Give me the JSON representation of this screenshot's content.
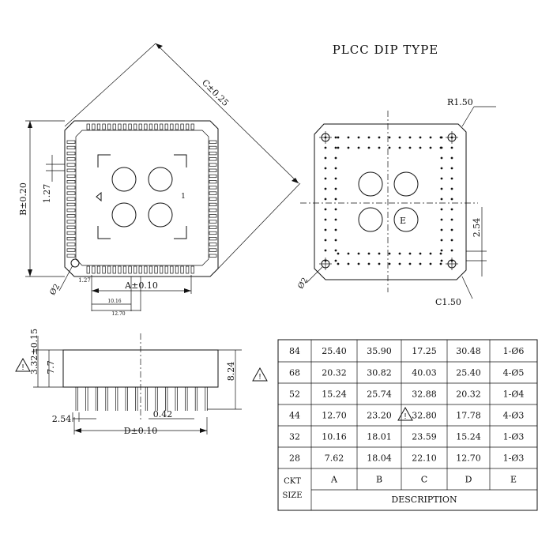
{
  "title": "PLCC DIP TYPE",
  "top_view": {
    "diag_dim": "C±0.25",
    "height_dim": "B±0.20",
    "pitch": "1.27",
    "width_dim": "A±0.10",
    "sub_dim_1": "10.16",
    "sub_dim_2": "12.70",
    "small_1_27": "1.27",
    "hole": "Ø2",
    "index_mark": "1"
  },
  "bottom_view": {
    "radius": "R1.50",
    "chamfer": "C1.50",
    "pitch": "2.54",
    "hole": "Ø2",
    "center_label": "E"
  },
  "side_view": {
    "height_total": "3.32±0.15",
    "height_body": "7.7",
    "height_right": "8.24",
    "pitch": "2.54",
    "pin": "0.42",
    "width": "D±0.10"
  },
  "table": {
    "rows": [
      [
        "84",
        "25.40",
        "35.90",
        "17.25",
        "30.48",
        "1-Ø6"
      ],
      [
        "68",
        "20.32",
        "30.82",
        "40.03",
        "25.40",
        "4-Ø5"
      ],
      [
        "52",
        "15.24",
        "25.74",
        "32.88",
        "20.32",
        "1-Ø4"
      ],
      [
        "44",
        "12.70",
        "23.20",
        "32.80",
        "17.78",
        "4-Ø3"
      ],
      [
        "32",
        "10.16",
        "18.01",
        "23.59",
        "15.24",
        "1-Ø3"
      ],
      [
        "28",
        "7.62",
        "18.04",
        "22.10",
        "12.70",
        "1-Ø3"
      ]
    ],
    "cols": [
      "A",
      "B",
      "C",
      "D",
      "E"
    ],
    "ckt_label": "CKT",
    "size_label": "SIZE",
    "desc_label": "DESCRIPTION"
  }
}
